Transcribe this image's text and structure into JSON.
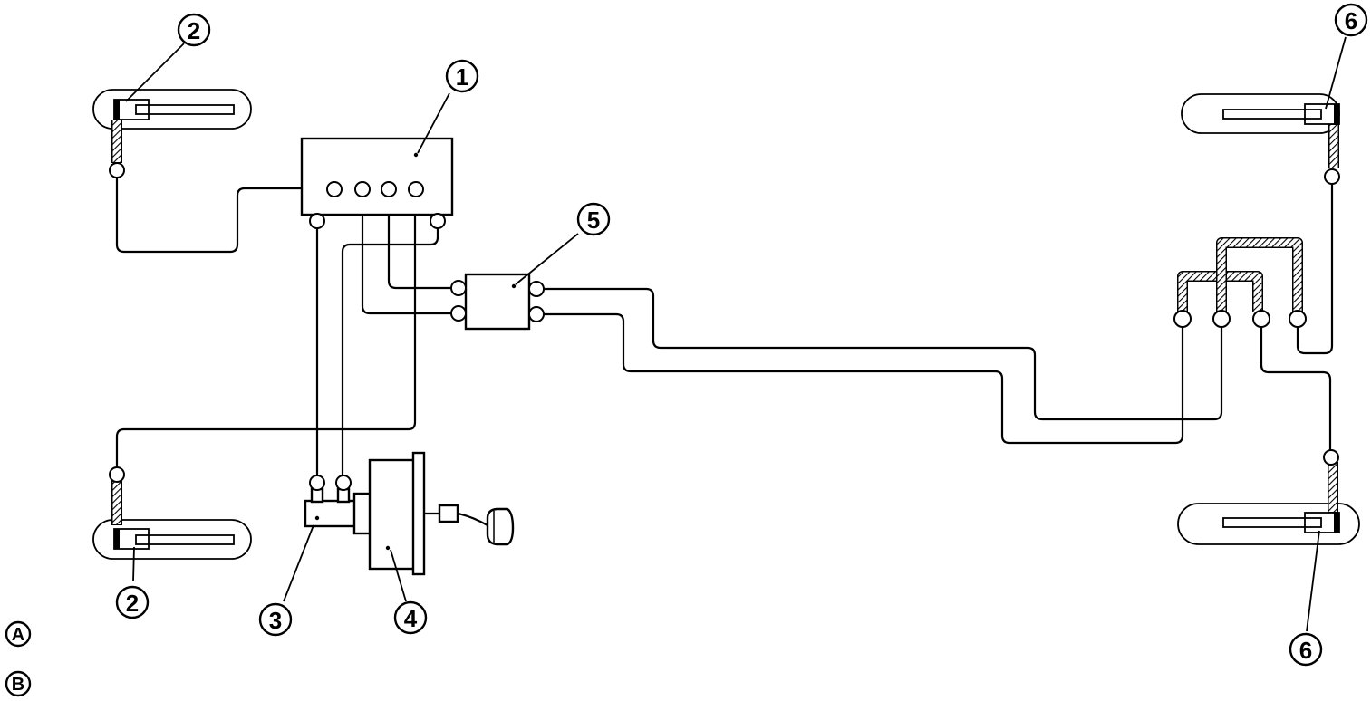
{
  "callouts": {
    "c1": "1",
    "c2_top": "2",
    "c2_bottom": "2",
    "c3": "3",
    "c4": "4",
    "c5": "5",
    "c6_top": "6",
    "c6_bottom": "6"
  },
  "legend": {
    "a": "A",
    "b": "B"
  }
}
